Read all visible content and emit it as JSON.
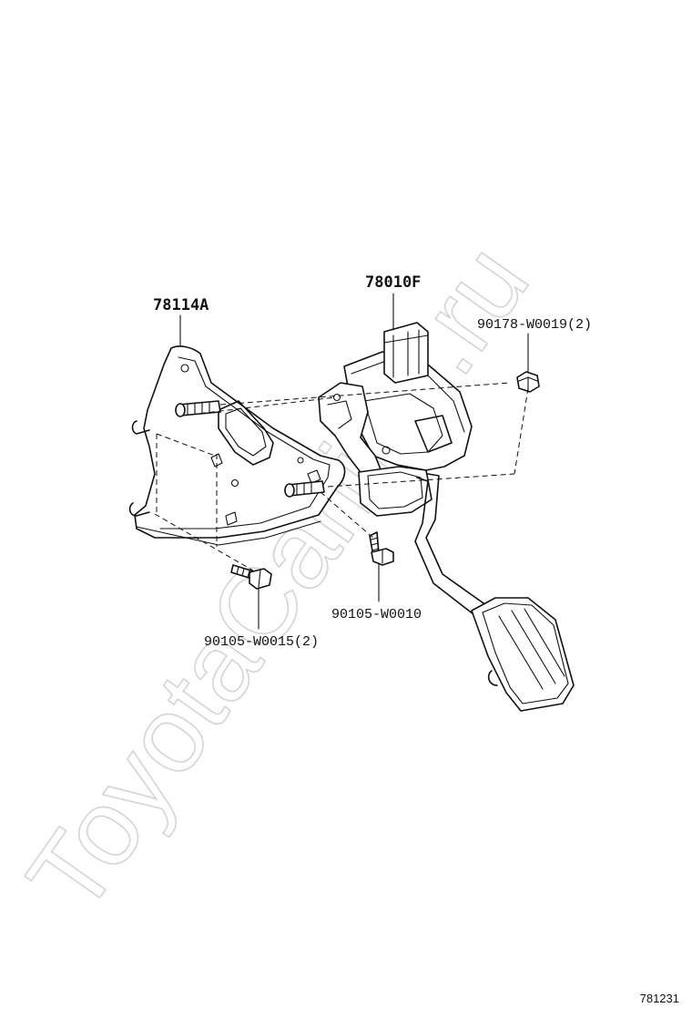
{
  "watermark": "ToyotaCarline.ru",
  "document_number": "781231",
  "callouts": {
    "bracket": "78114A",
    "pedal_assy": "78010F",
    "nut": "90178-W0019(2)",
    "bolt_single": "90105-W0010",
    "bolt_pair": "90105-W0015(2)"
  }
}
